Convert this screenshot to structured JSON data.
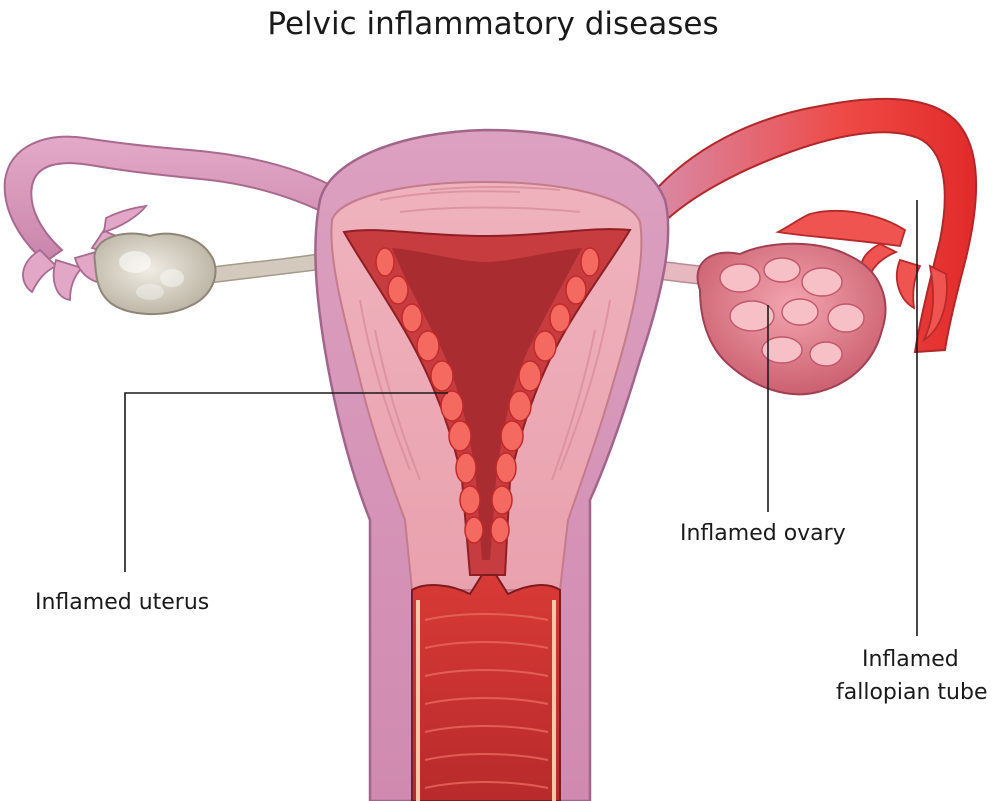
{
  "title": "Pelvic inflammatory diseases",
  "labels": {
    "uterus": "Inflamed uterus",
    "ovary": "Inflamed ovary",
    "tube_line1": "Inflamed",
    "tube_line2": "fallopian tube"
  },
  "colors": {
    "muscle_pink": "#e9a7b4",
    "tube_mauve": "#d791b5",
    "inflamed_red": "#e8302f",
    "cavity_red": "#c93a3a",
    "healthy_ovary": "#cfc8b8"
  }
}
